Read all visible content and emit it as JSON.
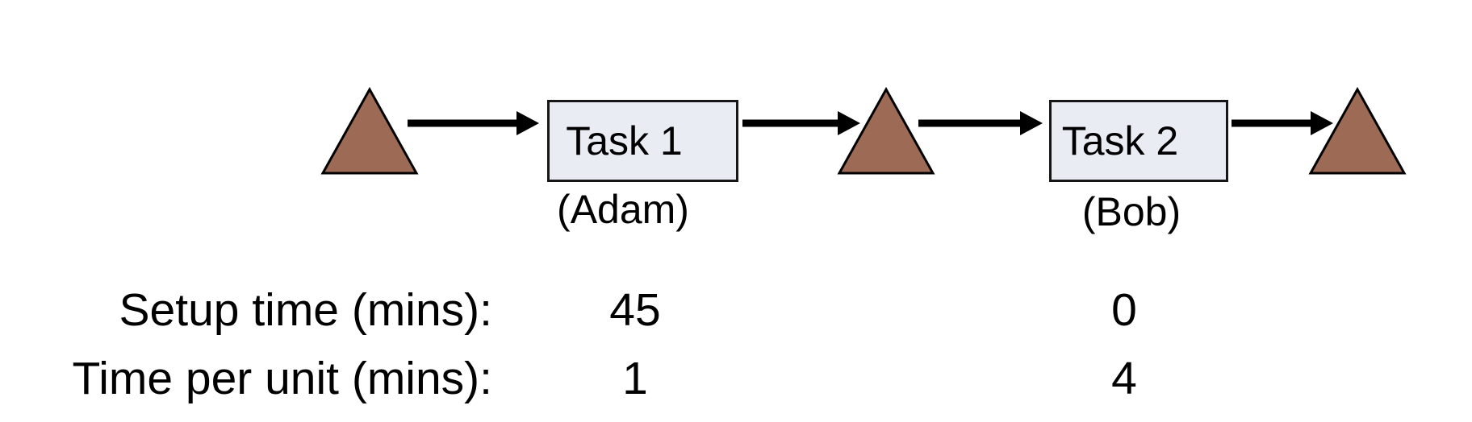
{
  "flow": {
    "buffers": [
      {
        "name": "inventory-buffer-start"
      },
      {
        "name": "inventory-buffer-middle"
      },
      {
        "name": "inventory-buffer-end"
      }
    ],
    "task1": {
      "label": "Task 1",
      "owner": "(Adam)"
    },
    "task2": {
      "label": "Task 2",
      "owner": "(Bob)"
    }
  },
  "metrics": {
    "rows": [
      {
        "label": "Setup time (mins):",
        "task1": "45",
        "task2": "0"
      },
      {
        "label": "Time per unit (mins):",
        "task1": "1",
        "task2": "4"
      }
    ]
  },
  "colors": {
    "background": "#ffffff",
    "triangle_fill": "#9d6b55",
    "triangle_stroke": "#000000",
    "task_box_fill": "#e9edf3",
    "task_box_stroke": "#161616",
    "arrow": "#000000",
    "text": "#000000"
  }
}
